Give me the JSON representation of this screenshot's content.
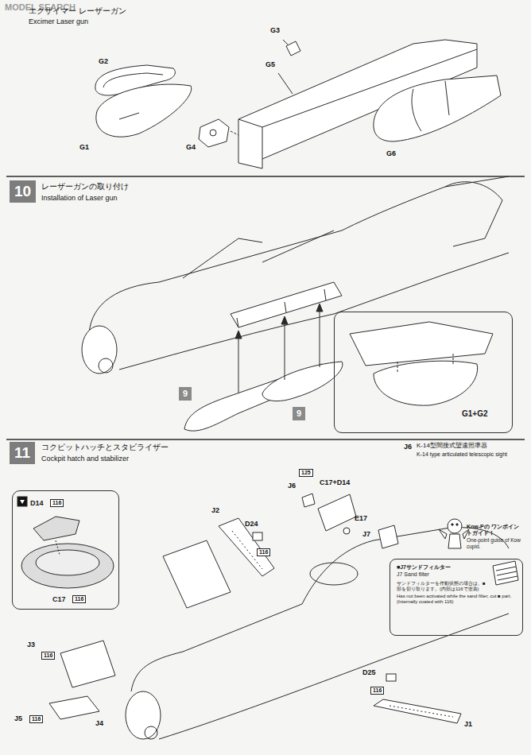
{
  "diagram": {
    "nodes": [
      {
        "text": [
          "10"
        ]
      },
      {
        "text": [
          "9"
        ]
      },
      {
        "text": [
          "9"
        ]
      },
      {
        "text": [
          "G1+G2"
        ]
      },
      {
        "text": [
          "11"
        ]
      },
      {
        "text": [
          "D14",
          "C17"
        ]
      },
      {
        "text": [
          "116"
        ],
        "in": 5
      },
      {
        "text": [
          "116"
        ],
        "in": 5
      },
      {
        "text": [
          "125"
        ]
      },
      {
        "text": [
          "116"
        ]
      },
      {
        "text": [
          "116"
        ]
      },
      {
        "text": [
          "116"
        ]
      },
      {
        "text": [
          "116"
        ]
      },
      {
        "text": [
          "Kow-Pの ワンポイントガイド！",
          "One-point guide of Kow cupid.",
          "■J7サンドフィルター",
          "J7 Sand filter",
          "サンドフィルターを作動状態の場合は、■部を切り取ります。(内部は116で塗装)",
          "Has not been activated while the sand filter, cut ■ part. (Internally coated with 116)"
        ]
      }
    ],
    "labels": [
      "MODEL SEARCH",
      "エクザイマー レーザーガン",
      "Excimer Laser gun",
      "G2",
      "G3",
      "G5",
      "G1",
      "G4",
      "G6",
      "レーザーガンの取り付け",
      "Installation of Laser gun",
      "コクピットハッチとスタビライザー",
      "Cockpit hatch and stabilizer",
      "J6",
      "K-14型間接式望遠照準器",
      "K-14 type articulated telescopic sight",
      "J6",
      "C17+D14",
      "E17",
      "J7",
      "J2",
      "D24",
      "J3",
      "J5",
      "J4",
      "D25",
      "J1"
    ]
  }
}
